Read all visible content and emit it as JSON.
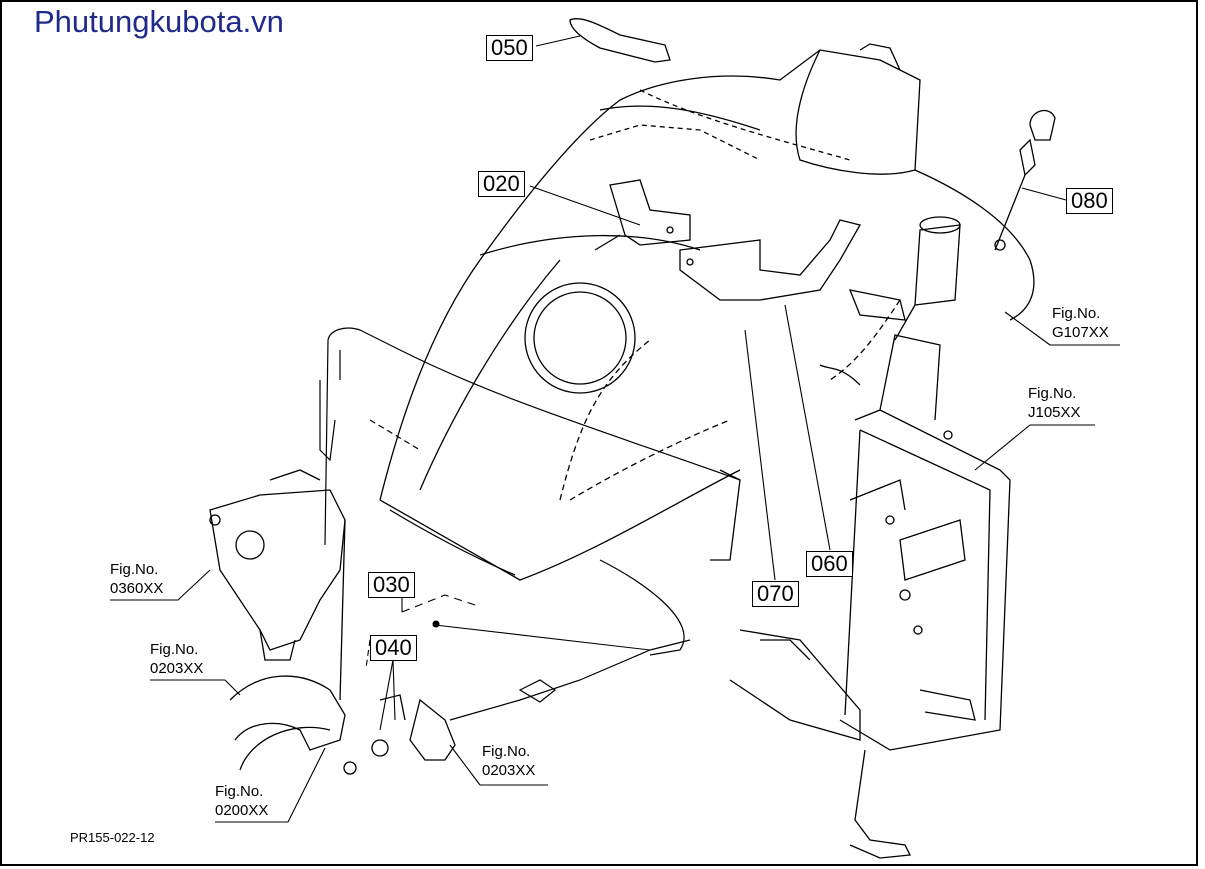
{
  "brand": "Phutungkubota.vn",
  "figure_code": "PR155-022-12",
  "callouts": [
    {
      "id": "050",
      "label": "050"
    },
    {
      "id": "020",
      "label": "020"
    },
    {
      "id": "080",
      "label": "080"
    },
    {
      "id": "030",
      "label": "030"
    },
    {
      "id": "040",
      "label": "040"
    },
    {
      "id": "060",
      "label": "060"
    },
    {
      "id": "070",
      "label": "070"
    }
  ],
  "refs": {
    "g107": {
      "line1": "Fig.No.",
      "line2": "G107XX"
    },
    "j105": {
      "line1": "Fig.No.",
      "line2": "J105XX"
    },
    "f0360": {
      "line1": "Fig.No.",
      "line2": "0360XX"
    },
    "f0203a": {
      "line1": "Fig.No.",
      "line2": "0203XX"
    },
    "f0203b": {
      "line1": "Fig.No.",
      "line2": "0203XX"
    },
    "f0200": {
      "line1": "Fig.No.",
      "line2": "0200XX"
    }
  }
}
